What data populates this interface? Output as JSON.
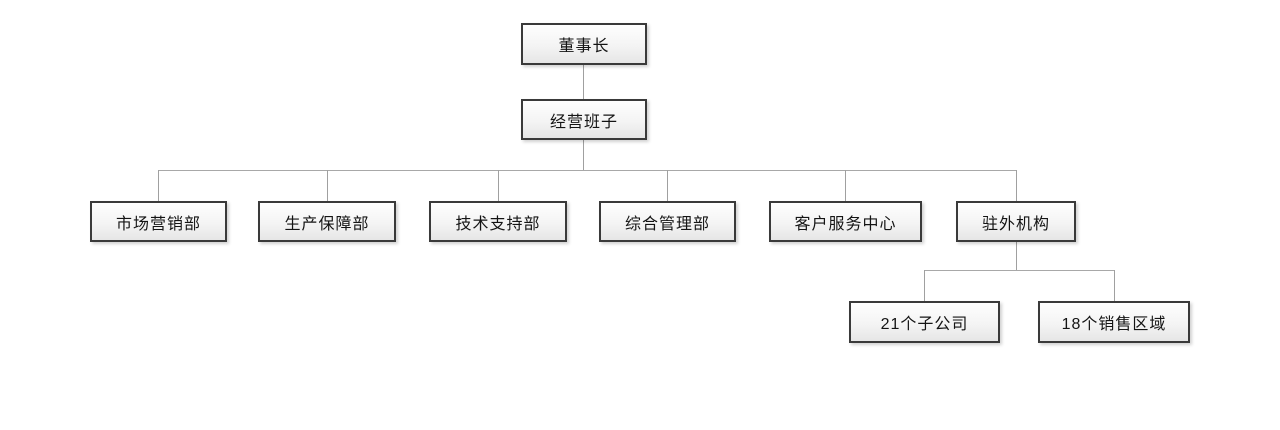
{
  "diagram": {
    "type": "org-chart",
    "background_color": "#ffffff",
    "box_border_color": "#3a3a3a",
    "box_fill_top": "#fefefe",
    "box_fill_bottom": "#e6e6e6",
    "connector_color": "#a0a0a0",
    "text_color": "#141414"
  },
  "nodes": {
    "chairman": {
      "label": "董事长"
    },
    "management": {
      "label": "经营班子"
    },
    "marketing": {
      "label": "市场营销部"
    },
    "production": {
      "label": "生产保障部"
    },
    "tech_support": {
      "label": "技术支持部"
    },
    "admin": {
      "label": "综合管理部"
    },
    "customer_service": {
      "label": "客户服务中心"
    },
    "field_offices": {
      "label": "驻外机构"
    },
    "subsidiaries": {
      "label": "21个子公司",
      "count": 21
    },
    "sales_regions": {
      "label": "18个销售区域",
      "count": 18
    }
  },
  "hierarchy": [
    {
      "parent": "chairman",
      "child": "management"
    },
    {
      "parent": "management",
      "child": "marketing"
    },
    {
      "parent": "management",
      "child": "production"
    },
    {
      "parent": "management",
      "child": "tech_support"
    },
    {
      "parent": "management",
      "child": "admin"
    },
    {
      "parent": "management",
      "child": "customer_service"
    },
    {
      "parent": "management",
      "child": "field_offices"
    },
    {
      "parent": "field_offices",
      "child": "subsidiaries"
    },
    {
      "parent": "field_offices",
      "child": "sales_regions"
    }
  ]
}
